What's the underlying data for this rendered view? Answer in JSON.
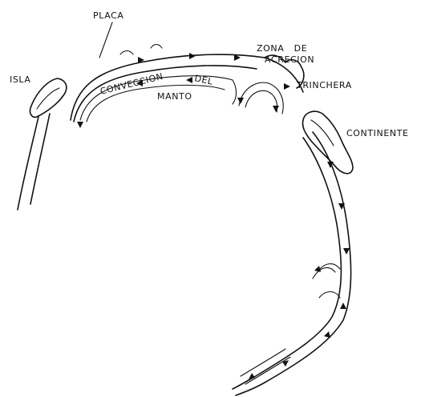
{
  "labels": {
    "placa": "PLACA",
    "isla": "ISLA",
    "conveccion": "CONVECCION",
    "del": "DEL",
    "manto": "MANTO",
    "zona_de": "ZONA   DE",
    "acrecion": "ACRECION",
    "trinchera": "TRINCHERA",
    "continente": "CONTINENTE"
  }
}
